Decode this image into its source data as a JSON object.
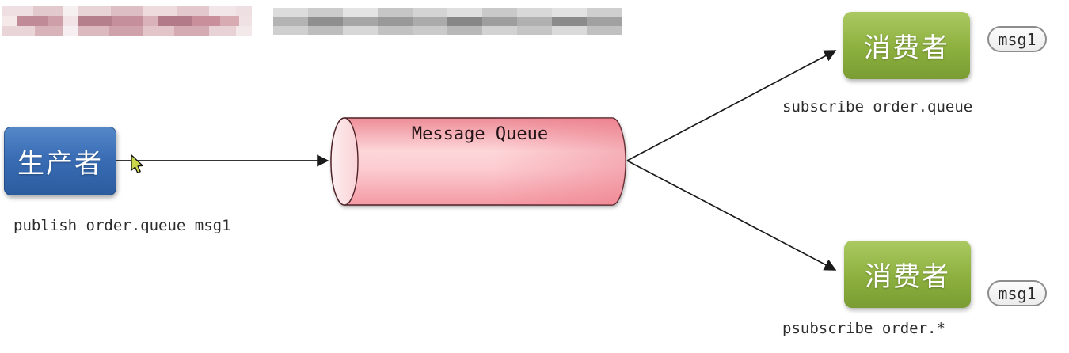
{
  "colors": {
    "producer_blue": "#3a6db5",
    "queue_pink": "#f9aab3",
    "consumer_green": "#8cb03e",
    "badge_border": "#8d8d8d",
    "arrow_black": "#1a1a1a",
    "cursor_yellow_green": "#ccd84b"
  },
  "producer": {
    "label": "生产者",
    "command": "publish order.queue msg1"
  },
  "queue": {
    "label": "Message Queue"
  },
  "consumers": [
    {
      "label": "消费者",
      "command": "subscribe order.queue",
      "badge": "msg1"
    },
    {
      "label": "消费者",
      "command": "psubscribe order.*",
      "badge": "msg1"
    }
  ]
}
